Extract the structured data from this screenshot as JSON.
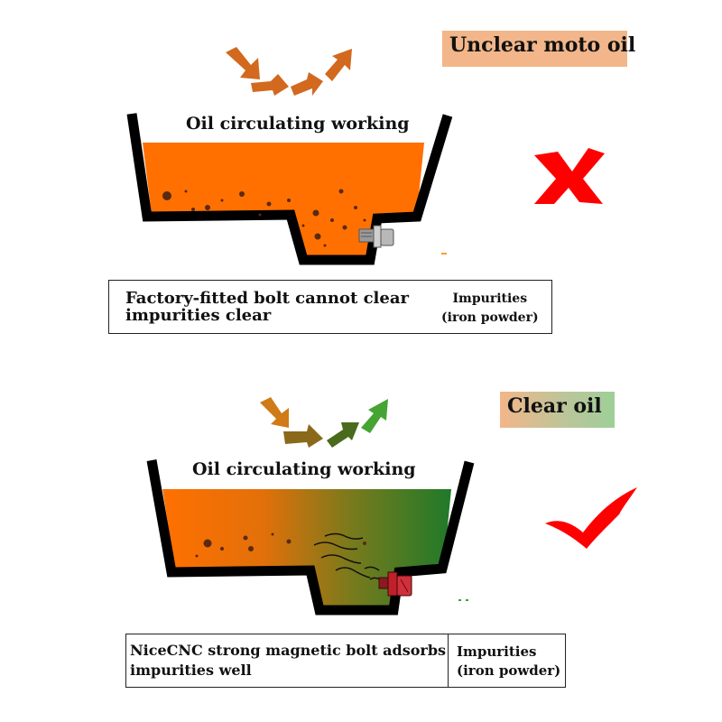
{
  "top_panel": {
    "badge": "Unclear moto oil",
    "tray_title": "Oil circulating working",
    "caption_main": "Factory-fitted bolt cannot clear impurities clear",
    "caption_side_line1": "Impurities",
    "caption_side_line2": "(iron powder)",
    "oil_color": "#ff7000",
    "mark": "cross-icon",
    "mark_color": "#ff0000"
  },
  "bottom_panel": {
    "badge": "Clear oil",
    "tray_title": "Oil circulating working",
    "caption_main": "NiceCNC strong magnetic bolt adsorbs impurities well",
    "caption_side_line1": "Impurities",
    "caption_side_line2": "(iron powder)",
    "oil_gradient": [
      "#ff7000",
      "#1f7a2a"
    ],
    "mark": "checkmark-icon",
    "mark_color": "#ff0000"
  },
  "colors": {
    "tray_wall": "#000000",
    "arrow_orange": "#d2691e",
    "arrow_green": "#3f9a2c",
    "standard_bolt": "#b8b8b8",
    "magnetic_bolt": "#c0202a"
  }
}
